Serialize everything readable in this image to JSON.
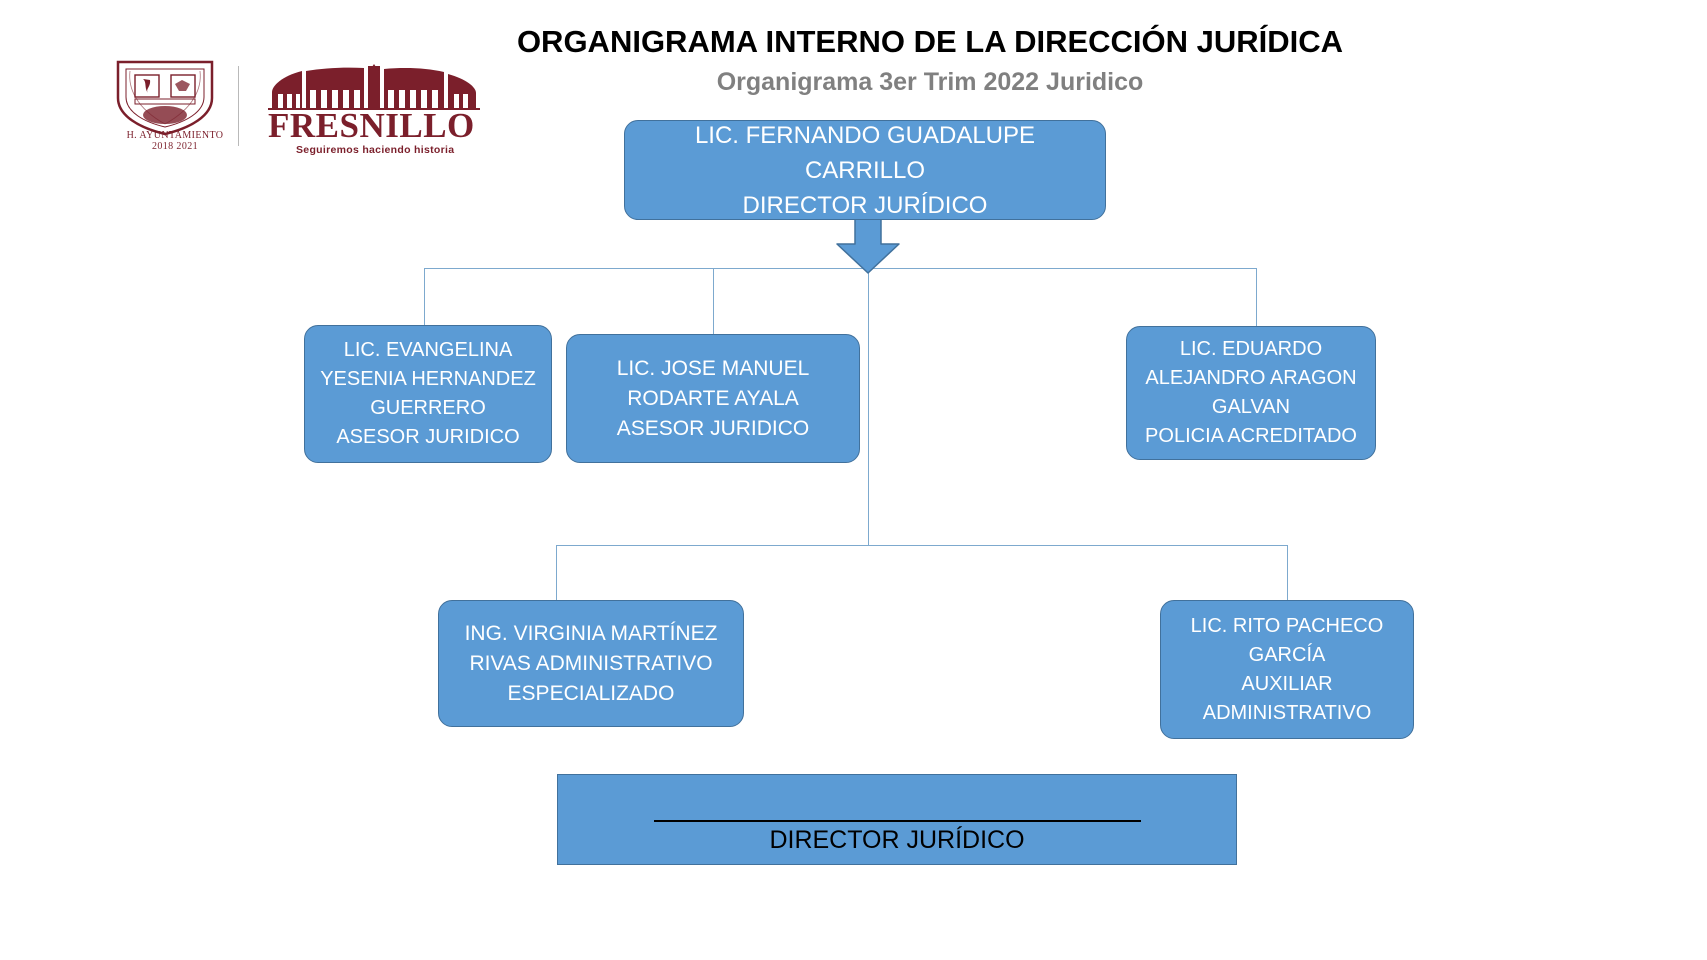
{
  "header": {
    "title": "ORGANIGRAMA INTERNO DE LA DIRECCIÓN JURÍDICA",
    "subtitle": "Organigrama 3er Trim 2022 Juridico"
  },
  "logos": {
    "crest": {
      "icon": "municipal-coat-of-arms-icon",
      "caption_line1": "H. AYUNTAMIENTO",
      "caption_line2": "2018 2021"
    },
    "fresnillo": {
      "icon": "fresnillo-skyline-icon",
      "wordmark": "FRESNILLO",
      "tagline": "Seguiremos haciendo historia"
    }
  },
  "colors": {
    "node_fill": "#5B9BD5",
    "node_border": "#41719C",
    "connector": "#7DA9CE",
    "title_text": "#000000",
    "subtitle_text": "#808080",
    "brand_maroon": "#7B1F2B"
  },
  "chart_data": {
    "type": "org-chart",
    "title": "ORGANIGRAMA INTERNO DE LA DIRECCIÓN JURÍDICA",
    "nodes": [
      {
        "id": "root",
        "name": "LIC. FERNANDO GUADALUPE CARRILLO",
        "role": "DIRECTOR JURÍDICO",
        "lines": [
          "LIC. FERNANDO GUADALUPE",
          "CARRILLO",
          "DIRECTOR JURÍDICO"
        ],
        "level": 1,
        "parent": null
      },
      {
        "id": "a",
        "name": "LIC. EVANGELINA YESENIA HERNANDEZ GUERRERO",
        "role": "ASESOR JURIDICO",
        "lines": [
          "LIC. EVANGELINA",
          "YESENIA HERNANDEZ",
          "GUERRERO",
          "ASESOR JURIDICO"
        ],
        "level": 2,
        "parent": "root"
      },
      {
        "id": "b",
        "name": "LIC. JOSE MANUEL RODARTE AYALA",
        "role": "ASESOR JURIDICO",
        "lines": [
          "LIC. JOSE MANUEL",
          "RODARTE AYALA",
          "ASESOR JURIDICO"
        ],
        "level": 2,
        "parent": "root"
      },
      {
        "id": "c",
        "name": "LIC. EDUARDO ALEJANDRO ARAGON GALVAN",
        "role": "POLICIA ACREDITADO",
        "lines": [
          "LIC. EDUARDO",
          "ALEJANDRO ARAGON",
          "GALVAN",
          "POLICIA ACREDITADO"
        ],
        "level": 2,
        "parent": "root"
      },
      {
        "id": "d",
        "name": "ING. VIRGINIA MARTÍNEZ RIVAS",
        "role": "ADMINISTRATIVO ESPECIALIZADO",
        "lines": [
          "ING. VIRGINIA MARTÍNEZ",
          "RIVAS  ADMINISTRATIVO",
          "ESPECIALIZADO"
        ],
        "level": 3,
        "parent": "root"
      },
      {
        "id": "e",
        "name": "LIC. RITO PACHECO GARCÍA",
        "role": "AUXILIAR ADMINISTRATIVO",
        "lines": [
          "LIC. RITO PACHECO",
          "GARCÍA",
          "AUXILIAR",
          "ADMINISTRATIVO"
        ],
        "level": 3,
        "parent": "root"
      }
    ]
  },
  "signature": {
    "label": "DIRECTOR JURÍDICO"
  }
}
